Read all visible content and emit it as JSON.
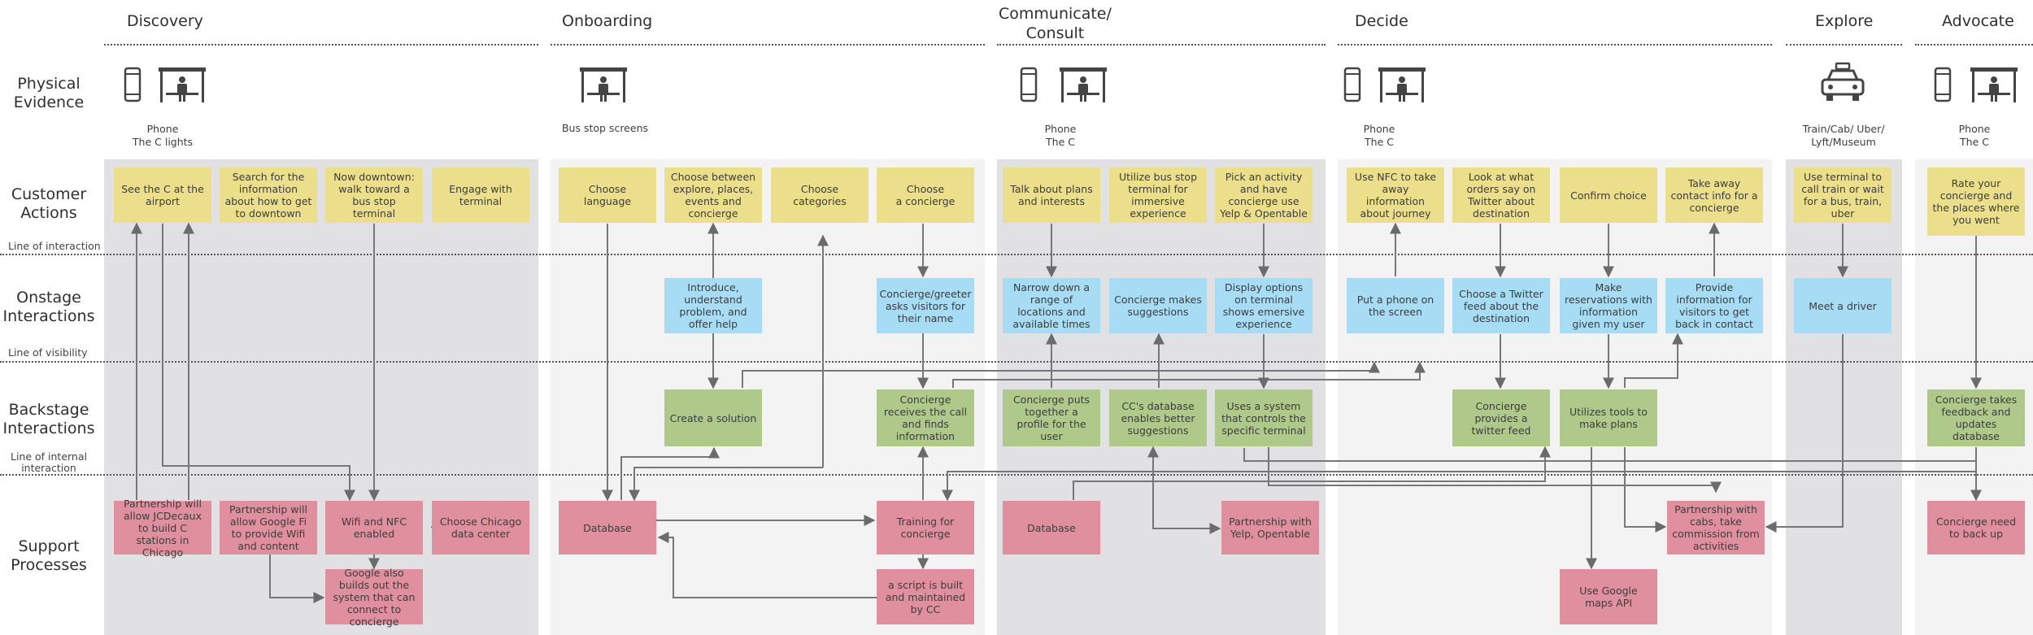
{
  "phases": [
    "Discovery",
    "Onboarding",
    "Communicate/\nConsult",
    "Decide",
    "Explore",
    "Advocate"
  ],
  "rows": {
    "physical_evidence": "Physical Evidence",
    "customer_actions": "Customer Actions",
    "onstage": "Onstage Interactions",
    "backstage": "Backstage Interactions",
    "support": "Support Processes"
  },
  "dividers": {
    "interaction": "Line of interaction",
    "visibility": "Line of visibility",
    "internal": "Line of internal interaction"
  },
  "evidence": {
    "discovery": "Phone\nThe C lights",
    "onboarding": "Bus stop screens",
    "communicate": "Phone\nThe C",
    "decide": "Phone\nThe C",
    "explore": "Train/Cab/ Uber/\nLyft/Museum",
    "advocate": "Phone\nThe C"
  },
  "customer_actions": {
    "see_c": "See the C at the airport",
    "search_info": "Search for the information about how to get to downtown",
    "walk_bus": "Now downtown: walk toward a bus stop terminal",
    "engage_terminal": "Engage with terminal",
    "choose_language": "Choose language",
    "choose_between": "Choose between explore, places, events and concierge",
    "choose_categories": "Choose categories",
    "choose_concierge": "Choose\na concierge",
    "talk_plans": "Talk about plans and interests",
    "utilize_bus": "Utilize bus stop terminal for immersive experience",
    "pick_activity": "Pick an activity and have concierge use Yelp & Opentable",
    "use_nfc": "Use NFC to take away information about journey",
    "look_twitter": "Look at what orders say on Twitter about destination",
    "confirm_choice": "Confirm choice",
    "take_away_contact": "Take away contact info for a concierge",
    "use_terminal_call": "Use terminal to call train or wait for a bus, train, uber",
    "rate_concierge": "Rate your concierge and the places where you went"
  },
  "onstage": {
    "introduce": "Introduce, understand problem, and offer help",
    "greeter": "Concierge/greeter asks visitors for their name",
    "narrow_down": "Narrow down a range of locations and available times",
    "makes_suggestions": "Concierge makes suggestions",
    "display_options": "Display options on terminal shows emersive experience",
    "put_phone": "Put a phone on the screen",
    "choose_twitter": "Choose a Twitter feed about the destination",
    "make_reservations": "Make reservations with information given my user",
    "provide_info": "Provide information for visitors to get back in contact",
    "meet_driver": "Meet a driver"
  },
  "backstage": {
    "create_solution": "Create a solution",
    "receives_call": "Concierge receives the call and finds information",
    "puts_profile": "Concierge puts together a profile for the user",
    "cc_database": "CC's database enables better suggestions",
    "uses_system": "Uses a system that controls the specific terminal",
    "provides_twitter": "Concierge provides a twitter feed",
    "utilizes_tools": "Utilizes tools to make plans",
    "takes_feedback": "Concierge takes feedback and updates database"
  },
  "support": {
    "jcdecaux": "Partnership will allow JCDecaux to build C stations in Chicago",
    "google_fi": "Partnership will allow Google Fi to provide Wifi and content",
    "wifi_nfc": "Wifi and NFC enabled",
    "chicago_dc": "Choose Chicago data center",
    "google_builds": "Google also builds out the system that can connect to concierge",
    "database1": "Database",
    "training": "Training for concierge",
    "script": "a script is built and maintained by CC",
    "database2": "Database",
    "yelp": "Partnership with Yelp, Opentable",
    "google_maps": "Use Google maps API",
    "cabs": "Partnership with cabs, take commission from activities",
    "back_up": "Concierge need to back up"
  },
  "colors": {
    "customer": "#ecdf8b",
    "onstage": "#a6dcf4",
    "backstage": "#afc98a",
    "support": "#df8f9d",
    "panel_gray": "#e1e1e3",
    "panel_light": "#f3f3f4"
  },
  "icons": [
    "phone-icon",
    "bus-stop-icon",
    "taxi-icon"
  ]
}
